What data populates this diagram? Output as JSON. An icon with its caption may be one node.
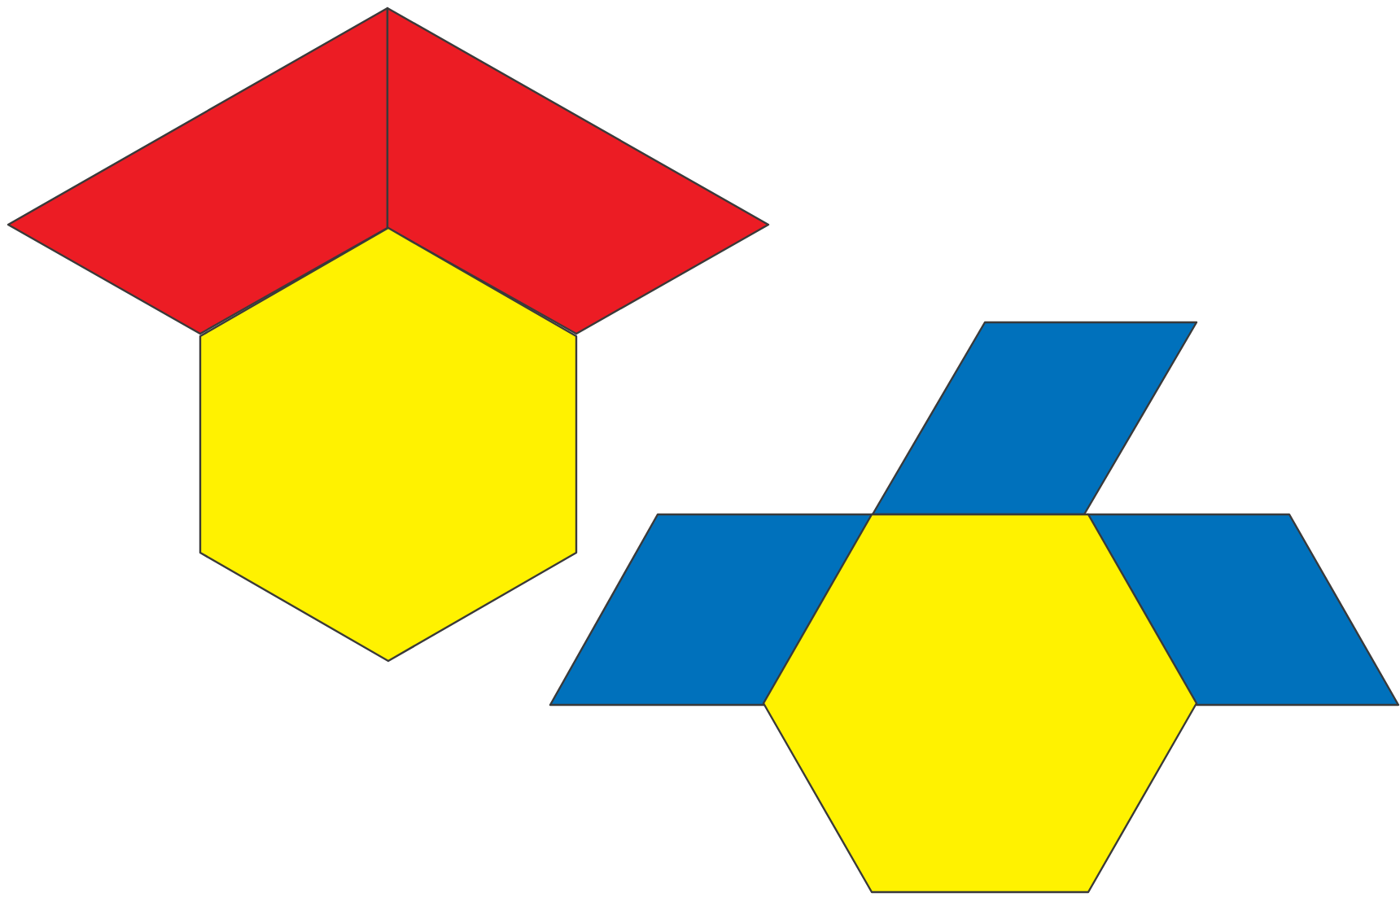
{
  "diagram": {
    "nodes": [
      {
        "text": [],
        "shape": "quadrilateral"
      },
      {
        "text": [],
        "shape": "quadrilateral"
      },
      {
        "text": [],
        "shape": "hexagon"
      },
      {
        "text": [],
        "shape": "rhombus"
      },
      {
        "text": [],
        "shape": "rhombus"
      },
      {
        "text": [],
        "shape": "rhombus"
      },
      {
        "text": [],
        "shape": "hexagon"
      }
    ]
  }
}
